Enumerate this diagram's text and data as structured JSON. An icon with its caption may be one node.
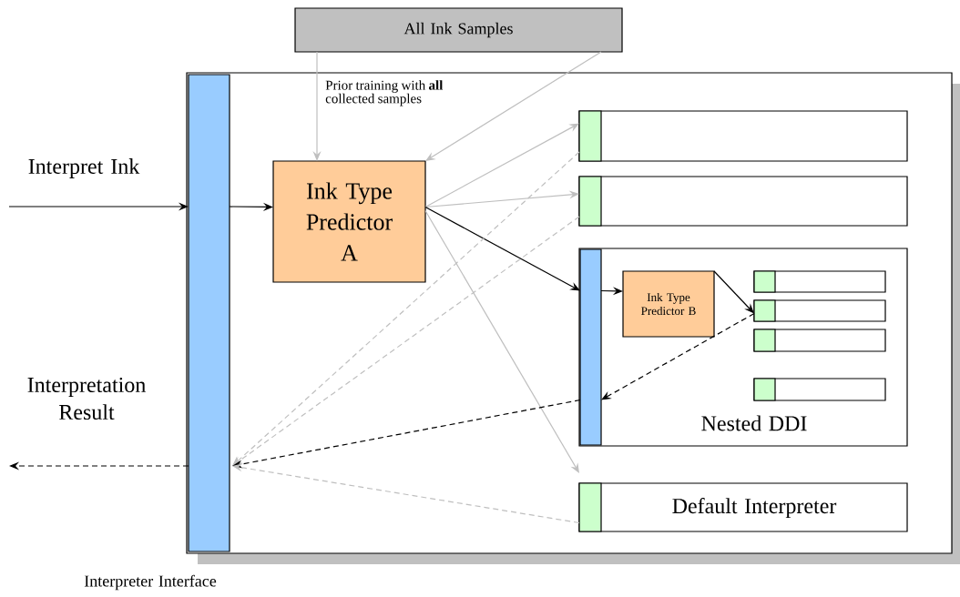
{
  "diagram": {
    "nodes": [
      {
        "text": [
          "All Ink Samples"
        ]
      },
      {
        "text": [],
        "shape": "box"
      },
      {
        "text": [],
        "shape": "bar",
        "in": 1,
        "beside": [
          "Interpreter Interface"
        ]
      },
      {
        "text": [
          "Ink Type Predictor A"
        ],
        "in": 1
      },
      {
        "text": [],
        "shape": "box",
        "in": 1
      },
      {
        "text": [],
        "shape": "box",
        "in": 1
      },
      {
        "text": [
          "Nested DDI"
        ],
        "in": 1
      },
      {
        "text": [],
        "shape": "bar",
        "in": 6
      },
      {
        "text": [
          "Ink Type Predictor B"
        ],
        "in": 6
      },
      {
        "text": [],
        "shape": "box",
        "in": 6
      },
      {
        "text": [],
        "shape": "box",
        "in": 6
      },
      {
        "text": [],
        "shape": "box",
        "in": 6
      },
      {
        "text": [],
        "shape": "box",
        "in": 6
      },
      {
        "text": [
          "Default Interpreter"
        ],
        "in": 1
      }
    ],
    "edges": [
      {
        "from": 0,
        "to": 3,
        "arrow": "to",
        "color": "#bfbfbf"
      },
      {
        "from": 0,
        "to": 3,
        "arrow": "to",
        "color": "#bfbfbf"
      },
      {
        "from": null,
        "to": 2,
        "arrow": "to",
        "label": "Interpret Ink",
        "color": "#000000"
      },
      {
        "from": 2,
        "to": 3,
        "arrow": "to",
        "color": "#000000"
      },
      {
        "from": 3,
        "to": 4,
        "arrow": "to",
        "color": "#bfbfbf"
      },
      {
        "from": 3,
        "to": 5,
        "arrow": "to",
        "color": "#bfbfbf"
      },
      {
        "from": 3,
        "to": 7,
        "arrow": "to",
        "color": "#000000"
      },
      {
        "from": 3,
        "to": 13,
        "arrow": "to",
        "color": "#bfbfbf"
      },
      {
        "from": 4,
        "to": 2,
        "arrow": "to",
        "style": "dashed",
        "color": "#bfbfbf"
      },
      {
        "from": 5,
        "to": 2,
        "arrow": "to",
        "style": "dashed",
        "color": "#bfbfbf"
      },
      {
        "from": 7,
        "to": 2,
        "arrow": "to",
        "style": "dashed",
        "color": "#000000"
      },
      {
        "from": 13,
        "to": 2,
        "arrow": "to",
        "style": "dashed",
        "color": "#bfbfbf"
      },
      {
        "from": 2,
        "to": null,
        "arrow": "to",
        "style": "dashed",
        "label": "Interpretation Result",
        "color": "#000000"
      },
      {
        "from": 7,
        "to": 8,
        "arrow": "to",
        "color": "#000000"
      },
      {
        "from": 8,
        "to": 10,
        "arrow": "to",
        "color": "#000000"
      },
      {
        "from": 10,
        "to": 7,
        "arrow": "to",
        "style": "dashed",
        "color": "#000000"
      }
    ],
    "labels": [
      "Prior training with **all** collected samples"
    ]
  }
}
